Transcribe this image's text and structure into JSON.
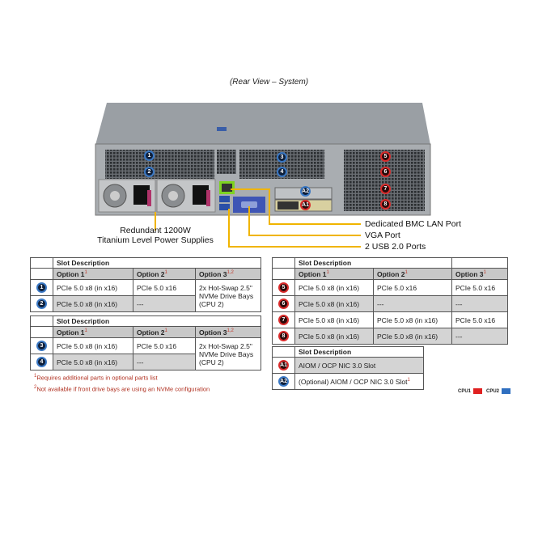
{
  "title": "(Rear View – System)",
  "callouts": {
    "power": [
      "Redundant  1200W",
      "Titanium Level Power Supplies"
    ],
    "bmc": "Dedicated BMC LAN Port",
    "vga": "VGA Port",
    "usb": "2 USB 2.0 Ports"
  },
  "slot_badges": {
    "s1": "1",
    "s2": "2",
    "s3": "3",
    "s4": "4",
    "s5": "5",
    "s6": "6",
    "s7": "7",
    "s8": "8",
    "a1": "A1",
    "a2": "A2"
  },
  "table_left_1": {
    "header": "Slot Description",
    "options": [
      "Option 1",
      "Option 2",
      "Option 3"
    ],
    "sups": [
      "1",
      "1",
      "1,2"
    ],
    "rows": [
      {
        "slot": "1",
        "c1": "PCIe 5.0 x8 (in x16)",
        "c2": "PCIe 5.0 x16"
      },
      {
        "slot": "2",
        "c1": "PCIe 5.0 x8 (in x16)",
        "c2": "---"
      }
    ],
    "option3": "2x Hot-Swap 2.5\" NVMe Drive Bays (CPU 2)"
  },
  "table_left_2": {
    "header": "Slot Description",
    "options": [
      "Option 1",
      "Option 2",
      "Option 3"
    ],
    "sups": [
      "1",
      "1",
      "1,2"
    ],
    "rows": [
      {
        "slot": "3",
        "c1": "PCIe 5.0 x8 (in x16)",
        "c2": "PCIe 5.0 x16"
      },
      {
        "slot": "4",
        "c1": "PCIe 5.0 x8 (in x16)",
        "c2": "---"
      }
    ],
    "option3": "2x Hot-Swap 2.5\" NVMe Drive Bays (CPU 2)"
  },
  "footnotes": [
    "Requires additional parts in optional parts list",
    "Not available if front drive bays are using an NVMe  configuration"
  ],
  "footnote_marks": [
    "1",
    "2"
  ],
  "table_right": {
    "header": "Slot Description",
    "options": [
      "Option 1",
      "Option 2",
      "Option 3"
    ],
    "sups": [
      "1",
      "1",
      "1"
    ],
    "rows": [
      {
        "slot": "5",
        "c1": "PCIe 5.0 x8 (in x16)",
        "c2": "PCIe 5.0 x16",
        "c3": "PCIe 5.0 x16"
      },
      {
        "slot": "6",
        "c1": "PCIe 5.0 x8 (in x16)",
        "c2": "---",
        "c3": "---"
      },
      {
        "slot": "7",
        "c1": "PCIe 5.0 x8 (in x16)",
        "c2": "PCIe 5.0 x8 (in x16)",
        "c3": "PCIe 5.0 x16"
      },
      {
        "slot": "8",
        "c1": "PCIe 5.0 x8 (in x16)",
        "c2": "PCIe 5.0 x8 (in x16)",
        "c3": "---"
      }
    ]
  },
  "table_aiom": {
    "header": "Slot Description",
    "rows": [
      {
        "slot": "A1",
        "desc": "AIOM / OCP NIC 3.0 Slot"
      },
      {
        "slot": "A2",
        "desc": "(Optional) AIOM / OCP NIC 3.0 Slot",
        "sup": "1"
      }
    ]
  },
  "legend": [
    {
      "label": "CPU1",
      "color": "#e02020"
    },
    {
      "label": "CPU2",
      "color": "#2f6fc0"
    }
  ]
}
